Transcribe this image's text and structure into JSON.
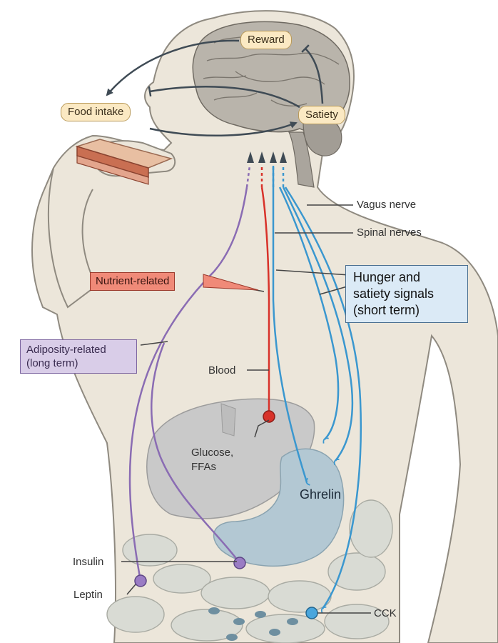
{
  "labels": {
    "reward": "Reward",
    "food_intake": "Food intake",
    "satiety": "Satiety",
    "vagus_nerve": "Vagus nerve",
    "spinal_nerves": "Spinal nerves",
    "nutrient_related": "Nutrient-related",
    "hunger_line1": "Hunger and",
    "hunger_line2": "satiety signals",
    "hunger_line3": "(short term)",
    "adiposity_line1": "Adiposity-related",
    "adiposity_line2": "(long term)",
    "blood": "Blood",
    "glucose": "Glucose,",
    "ffas": "FFAs",
    "ghrelin": "Ghrelin",
    "insulin": "Insulin",
    "leptin": "Leptin",
    "cck": "CCK"
  },
  "colors": {
    "body": "#ece6da",
    "body_outline": "#8f8a80",
    "brain": "#b9b4ab",
    "organ": "#c9c9c9",
    "stomach": "#b3c8d3",
    "nutrient": "#d8322a",
    "adiposity": "#8a6cb3",
    "nerve": "#3a97cf",
    "arrow_dark": "#3f4b55"
  }
}
